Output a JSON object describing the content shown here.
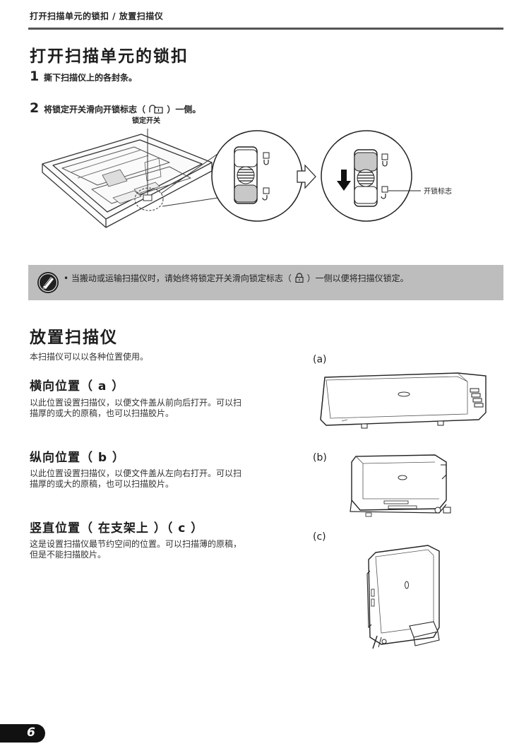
{
  "header": {
    "breadcrumb": "打开扫描单元的锁扣 / 放置扫描仪"
  },
  "section1": {
    "title": "打开扫描单元的锁扣",
    "steps": [
      {
        "num": "1",
        "text": "撕下扫描仪上的各封条。"
      },
      {
        "num": "2",
        "text_before": "将锁定开关滑向开锁标志（",
        "text_after": "）一侧。"
      }
    ],
    "figure": {
      "callout_lock_switch": "锁定开关",
      "callout_unlock_mark": "开锁标志"
    }
  },
  "note": {
    "bullet": "•",
    "text_before": "当搬动或运输扫描仪时，请始终将锁定开关滑向锁定标志（",
    "text_after": "）一侧以便将扫描仪锁定。"
  },
  "section2": {
    "title": "放置扫描仪",
    "intro": "本扫描仪可以以各种位置使用。",
    "positions": [
      {
        "heading": "横向位置（ a ）",
        "line1": "以此位置设置扫描仪，以便文件盖从前向后打开。可以扫",
        "line2": "描厚的或大的原稿，也可以扫描胶片。"
      },
      {
        "heading": "纵向位置（ b ）",
        "line1": "以此位置设置扫描仪，以便文件盖从左向右打开。可以扫",
        "line2": "描厚的或大的原稿，也可以扫描胶片。"
      },
      {
        "heading": "竖直位置（ 在支架上 ）（ c ）",
        "line1": "这是设置扫描仪最节约空间的位置。可以扫描薄的原稿，",
        "line2": "但是不能扫描胶片。"
      }
    ],
    "figure_labels": [
      "(a)",
      "(b)",
      "(c)"
    ]
  },
  "footer": {
    "page_number": "6"
  }
}
